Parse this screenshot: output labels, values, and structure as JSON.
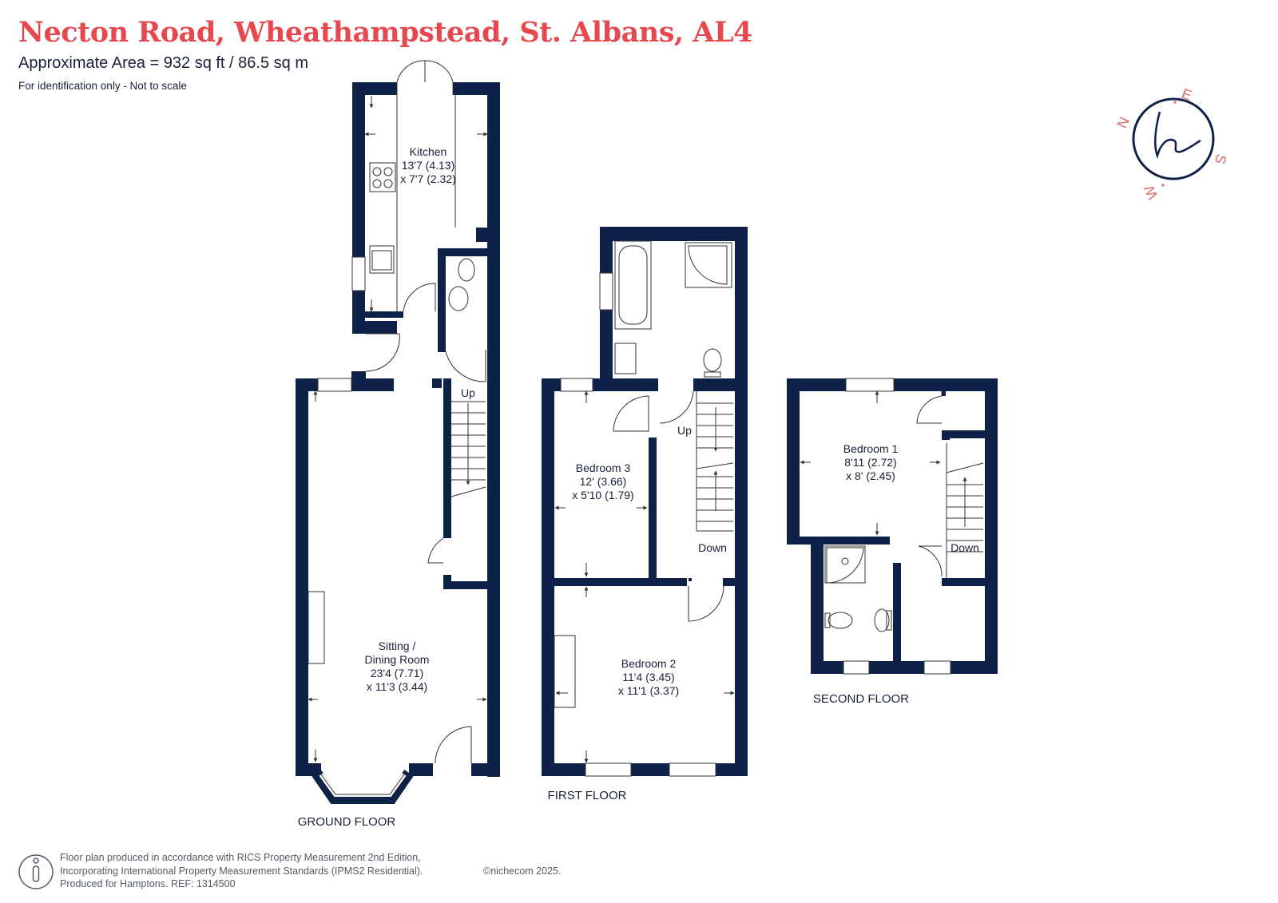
{
  "header": {
    "title": "Necton Road, Wheathampstead, St. Albans, AL4",
    "area": "Approximate Area = 932 sq ft / 86.5 sq m",
    "note": "For identification only - Not to scale"
  },
  "rooms": {
    "kitchen": {
      "name": "Kitchen",
      "dim1": "13'7 (4.13)",
      "dim2": "x 7'7 (2.32)"
    },
    "sitting": {
      "name1": "Sitting /",
      "name2": "Dining Room",
      "dim1": "23'4 (7.71)",
      "dim2": "x 11'3 (3.44)"
    },
    "bedroom3": {
      "name": "Bedroom 3",
      "dim1": "12' (3.66)",
      "dim2": "x 5'10 (1.79)"
    },
    "bedroom2": {
      "name": "Bedroom 2",
      "dim1": "11'4 (3.45)",
      "dim2": "x 11'1 (3.37)"
    },
    "bedroom1": {
      "name": "Bedroom 1",
      "dim1": "8'11 (2.72)",
      "dim2": "x 8' (2.45)"
    }
  },
  "stairs": {
    "ground_up": "Up",
    "first_up": "Up",
    "first_down": "Down",
    "second_down": "Down"
  },
  "floors": {
    "ground": "GROUND FLOOR",
    "first": "FIRST FLOOR",
    "second": "SECOND FLOOR"
  },
  "compass": {
    "n": "N",
    "e": "E",
    "s": "S",
    "w": "W"
  },
  "footer": {
    "line1": "Floor plan produced in accordance with RICS Property Measurement 2nd Edition,",
    "line2": "Incorporating International Property Measurement Standards (IPMS2 Residential).",
    "copyright": "©nichecom 2025.",
    "line3": "Produced for Hamptons.  REF:  1314500"
  },
  "colors": {
    "wall": "#0d2149",
    "title": "#e64850",
    "compass_ring": "#0d2149",
    "compass_letters": "#e06a6e"
  }
}
